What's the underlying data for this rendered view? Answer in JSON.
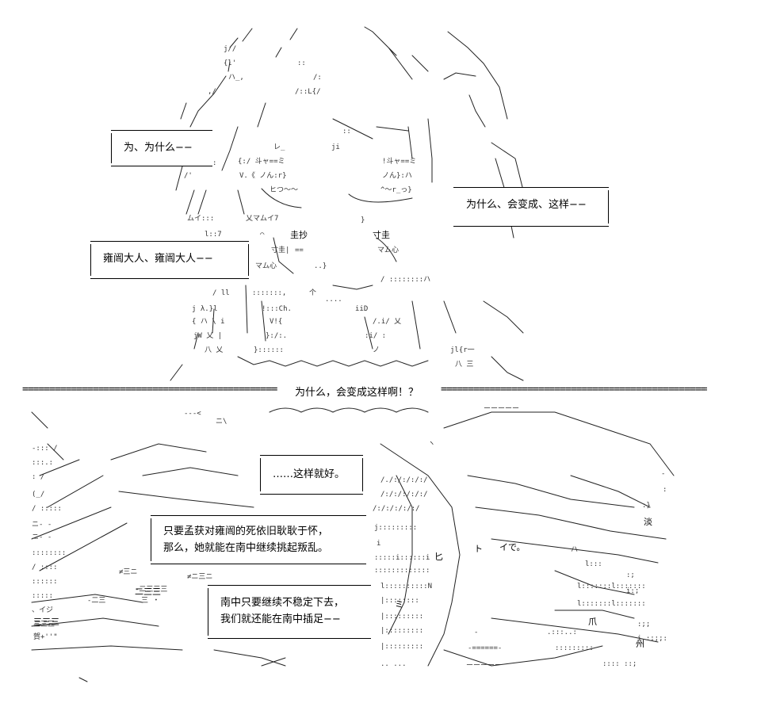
{
  "bubbles": {
    "why_short": "为、为什么−−",
    "why_change": "为什么、会变成、这样−−",
    "yongkai": "雍闿大人、雍闿大人−−",
    "this_is_fine": "……这样就好。",
    "meng_line1": "只要孟获对雍闿的死依旧耿耿于怀，",
    "meng_line2": "那么，她就能在南中继续挑起叛乱。",
    "nanzhong_line1": "南中只要继续不稳定下去，",
    "nanzhong_line2": "我们就还能在南中插足−−"
  },
  "banner": {
    "shout": "为什么，会变成这样啊！？"
  },
  "art_text": {
    "forehead_marks": "圭抄",
    "inch_mark": "寸圭",
    "noise_a": "三三三",
    "noise_b": "二三三",
    "katakana_a": "イで。",
    "katakana_b": "ミ",
    "kanji_a": "淡",
    "kanji_b": "州",
    "kanji_c": "爪",
    "kanji_d": "匕",
    "kanji_e": "ト"
  }
}
